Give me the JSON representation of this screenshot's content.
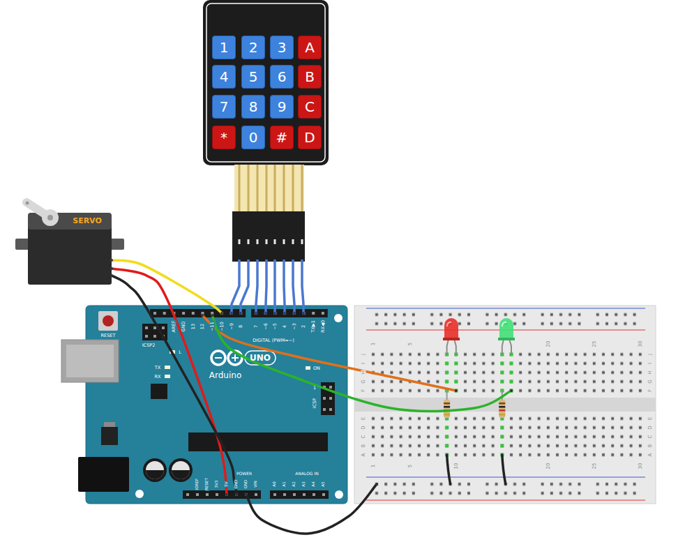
{
  "diagram": {
    "nodes": [
      {
        "text": [
          "1"
        ]
      },
      {
        "text": [
          "2"
        ]
      },
      {
        "text": [
          "3"
        ]
      },
      {
        "text": [
          "A"
        ]
      },
      {
        "text": [
          "4"
        ]
      },
      {
        "text": [
          "5"
        ]
      },
      {
        "text": [
          "6"
        ]
      },
      {
        "text": [
          "B"
        ]
      },
      {
        "text": [
          "7"
        ]
      },
      {
        "text": [
          "8"
        ]
      },
      {
        "text": [
          "9"
        ]
      },
      {
        "text": [
          "C"
        ]
      },
      {
        "text": [
          "*"
        ]
      },
      {
        "text": [
          "0"
        ]
      },
      {
        "text": [
          "#"
        ]
      },
      {
        "text": [
          "D"
        ]
      },
      {
        "text": [
          "SERVO"
        ]
      },
      {
        "text": [
          "Arduino",
          "UNO",
          "RESET",
          "ICSP2",
          "AREF",
          "GND",
          "13",
          "12",
          "~11",
          "~10",
          "~9",
          "8",
          "7",
          "~6",
          "~5",
          "4",
          "~3",
          "2",
          "TX▶1",
          "RX◀0",
          "DIGITAL (PWM=~)",
          "L",
          "TX",
          "RX",
          "ON",
          "1",
          "ICSP",
          "IOREF",
          "RESET",
          "3V3",
          "5V",
          "GND",
          "GND",
          "VIN",
          "POWER",
          "ANALOG IN",
          "A0",
          "A1",
          "A2",
          "A3",
          "A4",
          "A5"
        ]
      },
      {
        "text": [
          "1",
          "5",
          "20",
          "25",
          "30",
          "J",
          "I",
          "H",
          "G",
          "F",
          "E",
          "D",
          "C",
          "B",
          "A",
          "J",
          "I",
          "H",
          "G",
          "F",
          "E",
          "D",
          "C",
          "B",
          "A",
          "1",
          "5",
          "10",
          "20",
          "25",
          "30"
        ]
      }
    ],
    "edges": [
      {
        "from": 16,
        "to": 17,
        "arrow": "none"
      },
      {
        "from": 16,
        "to": 17,
        "arrow": "none"
      },
      {
        "from": 16,
        "to": 17,
        "arrow": "none"
      },
      {
        "from": 17,
        "to": 18,
        "arrow": "none"
      },
      {
        "from": 17,
        "to": 18,
        "arrow": "none"
      },
      {
        "from": 17,
        "to": 18,
        "arrow": "none"
      }
    ]
  }
}
